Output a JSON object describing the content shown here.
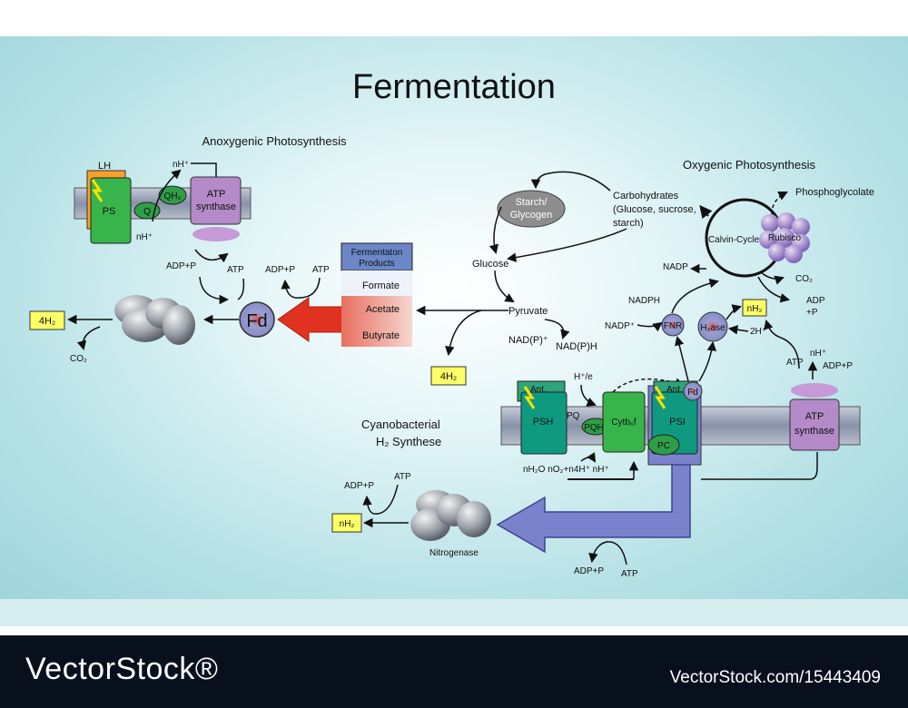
{
  "title": "Fermentation",
  "sections": {
    "anoxygenic": "Anoxygenic Photosynthesis",
    "oxygenic": "Oxygenic Photosynthesis",
    "cyano_line1": "Cyanobacterial",
    "cyano_line2": "H₂ Synthese"
  },
  "anoxygenic": {
    "lh": "LH",
    "ps": "PS",
    "q": "Q",
    "qh2": "QH₂",
    "nh_top": "nH⁺",
    "nh_bottom": "nH⁺",
    "atp_synthase_line1": "ATP",
    "atp_synthase_line2": "synthase",
    "adp_p": "ADP+P",
    "atp": "ATP",
    "adp_p2": "ADP+P",
    "atp2": "ATP",
    "fd": "Fd",
    "out_h2": "4H₂",
    "co2": "CO₂"
  },
  "fermentation_products": {
    "header_line1": "Fermentaton",
    "header_line2": "Products",
    "items": [
      "Formate",
      "Acetate",
      "Butyrate"
    ]
  },
  "pathway": {
    "starch_line1": "Starch/",
    "starch_line2": "Glycogen",
    "carbs_line1": "Carbohydrates",
    "carbs_line2": "(Glucose, sucrose,",
    "carbs_line3": "starch)",
    "glucose": "Glucose",
    "pyruvate": "Pyruvate",
    "nadp_ox": "NAD(P)⁺",
    "nadph_red": "NAD(P)H",
    "h2_box": "4H₂"
  },
  "oxygenic": {
    "phosphoglycolate": "Phosphoglycolate",
    "calvin": "Calvin-Cycle",
    "rubisco": "Rubisco",
    "nadp": "NADP",
    "co2": "CO₂",
    "adp_line1": "ADP",
    "adp_line2": "+P",
    "nadph": "NADPH",
    "nadp_plus": "NADP⁺",
    "fnr": "FNR",
    "h2ase": "H₂ase",
    "nh2": "nH₂",
    "two_h": "2H⁺",
    "nh_plus": "nH⁺",
    "atp": "ATP",
    "adp_p": "ADP+P",
    "he": "H⁺/e",
    "ant1": "Ant.",
    "ant2": "Ant.",
    "psh": "PSH",
    "pq": "PQ",
    "pqh2": "PQH₂",
    "cytb": "Cytb₆f",
    "psi": "PSI",
    "pc": "PC",
    "fd": "Fd",
    "atp_synthase_line1": "ATP",
    "atp_synthase_line2": "synthase",
    "below_membrane": "nH₂O  nO₂+n4H⁺   nH⁺"
  },
  "nitrogenase": {
    "label": "Nitrogenase",
    "adp_p": "ADP+P",
    "atp": "ATP",
    "out": "nH₂",
    "adp_p2": "ADP+P",
    "atp2": "ATP"
  },
  "footer": {
    "brand": "VectorStock®",
    "id": "VectorStock.com/15443409"
  },
  "colors": {
    "green": "#38b54a",
    "teal": "#0f9a80",
    "purple": "#b48ac8",
    "membrane": "#8e98ad",
    "red_arrow": "#e0321f",
    "blue_arrow": "#7b82cc",
    "yellow_box": "#ffff66"
  }
}
